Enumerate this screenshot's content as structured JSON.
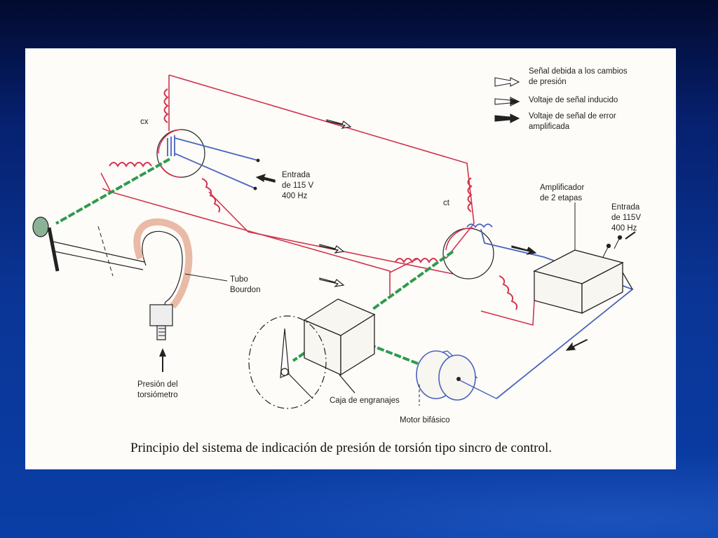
{
  "legend": {
    "item1_line1": "Señal debida a los cambios",
    "item1_line2": "de presión",
    "item2": "Voltaje de señal inducido",
    "item3_line1": "Voltaje de señal de error",
    "item3_line2": "amplificada"
  },
  "labels": {
    "cx": "cx",
    "ct": "ct",
    "input_cx_1": "Entrada",
    "input_cx_2": "de 115 V",
    "input_cx_3": "400 Hz",
    "amp_1": "Amplificador",
    "amp_2": "de 2 etapas",
    "input_amp_1": "Entrada",
    "input_amp_2": "de 115V",
    "input_amp_3": "400 Hz",
    "tube_1": "Tubo",
    "tube_2": "Bourdon",
    "pressure_1": "Presión del",
    "pressure_2": "torsiómetro",
    "gearbox": "Caja de engranajes",
    "motor": "Motor bifásico"
  },
  "caption": "Principio del sistema de indicación de presión de torsión tipo sincro de control.",
  "colors": {
    "red_wire": "#d2334d",
    "blue_wire": "#4a62c0",
    "green_shaft": "#2f9a4e",
    "ink": "#222222",
    "tube": "#e8b6a0"
  }
}
